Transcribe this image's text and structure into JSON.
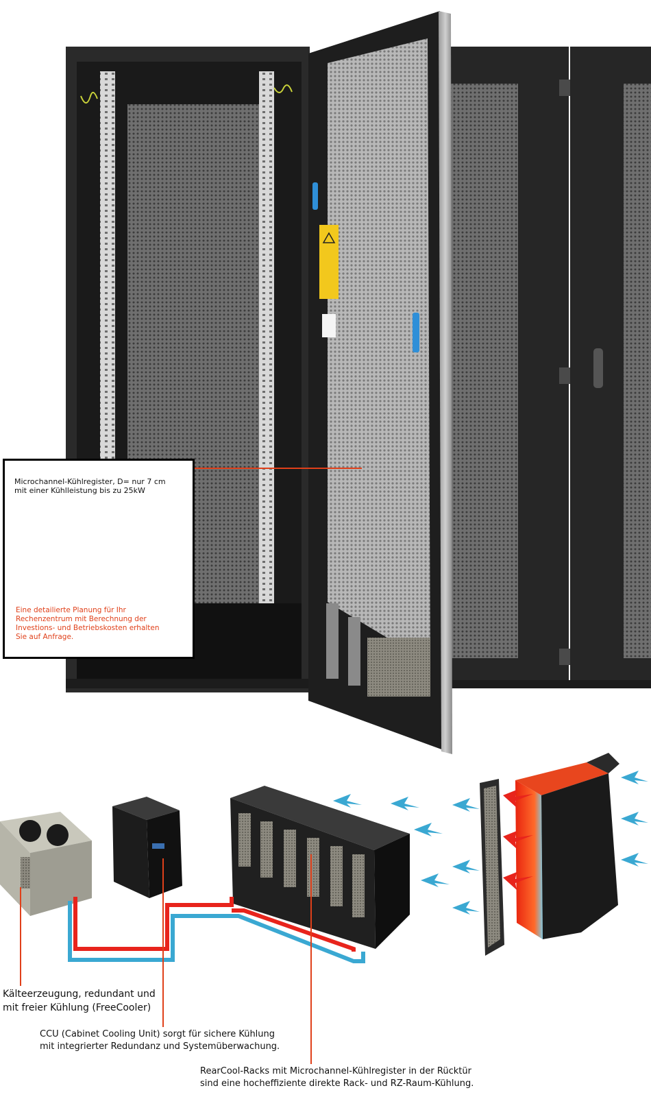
{
  "callout": {
    "title": "Microchannel-Kühlregister, D= nur 7 cm\nmit einer Kühlleistung bis zu 25kW",
    "note": "Eine detailierte Planung für Ihr\nRechenzentrum mit Berechnung der\nInvestions- und Betriebskosten erhalten\nSie auf Anfrage."
  },
  "captions": {
    "kalte": "Kälteerzeugung, redundant und\nmit freier Kühlung (FreeCooler)",
    "ccu": "CCU (Cabinet Cooling Unit) sorgt für sichere Kühlung\nmit integrierter Redundanz und Systemüberwachung.",
    "rearcool": "RearCool-Racks mit Microchannel-Kühlregister in der Rücktür\nsind eine hocheffiziente direkte Rack- und RZ-Raum-Kühlung."
  },
  "colors": {
    "accent_line": "#e0401a",
    "cold_flow": "#3aa8d2",
    "hot_flow": "#e8241c",
    "rack_body": "#232323",
    "perforation": "#8a8a8a"
  }
}
